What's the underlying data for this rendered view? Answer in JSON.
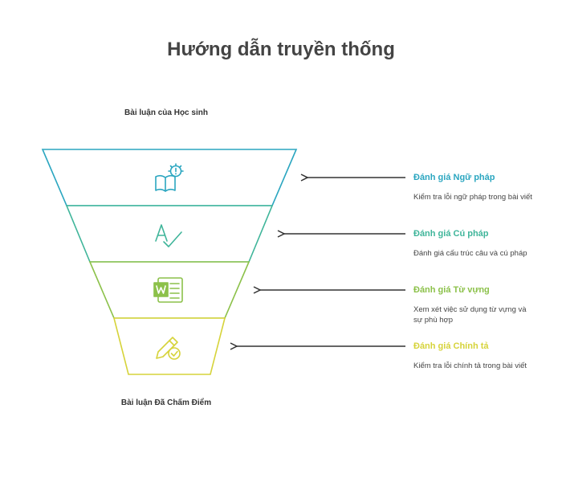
{
  "title": "Hướng dẫn truyền thống",
  "top_label": "Bài luận của Học sinh",
  "bottom_label": "Bài luận Đã Chấm Điểm",
  "colors": {
    "stage1": "#2ba6c0",
    "stage2": "#3fb59a",
    "stage3": "#8cc14a",
    "stage4": "#d6d33a",
    "arrow": "#333333"
  },
  "stages": [
    {
      "title": "Đánh giá Ngữ pháp",
      "description": "Kiểm tra lỗi ngữ pháp trong bài viết",
      "icon": "book-alert-icon"
    },
    {
      "title": "Đánh giá Cú pháp",
      "description": "Đánh giá cấu trúc câu và cú pháp",
      "icon": "spell-check-icon"
    },
    {
      "title": "Đánh giá Từ vựng",
      "description": "Xem xét việc sử dụng từ vựng và sự phù hợp",
      "icon": "word-document-icon"
    },
    {
      "title": "Đánh giá Chính tả",
      "description": "Kiểm tra lỗi chính tả trong bài viết",
      "icon": "pencil-check-icon"
    }
  ]
}
